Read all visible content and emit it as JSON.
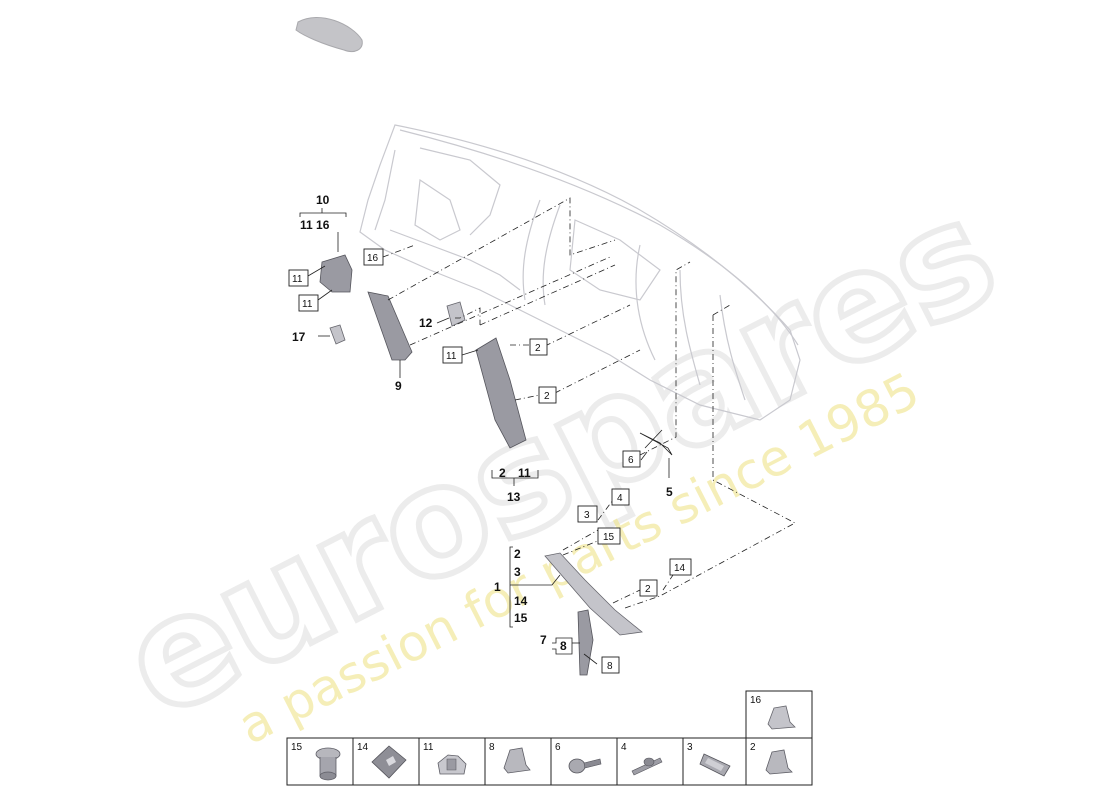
{
  "watermark": {
    "brand": "eurospares",
    "tagline": "a passion for parts since 1985"
  },
  "callouts": {
    "c10": "10",
    "c11_16": "11 16",
    "c16": "16",
    "c11a": "11",
    "c11b": "11",
    "c17": "17",
    "c9": "9",
    "c12": "12",
    "c11c": "11",
    "c2a": "2",
    "c2b": "2",
    "c6": "6",
    "c5": "5",
    "c13_2": "2",
    "c13_11": "11",
    "c13": "13",
    "c4": "4",
    "c3": "3",
    "c15": "15",
    "c1_2": "2",
    "c1_3": "3",
    "c1": "1",
    "c1_14": "14",
    "c1_15": "15",
    "c2c": "2",
    "c14": "14",
    "c7": "7",
    "c8a": "8",
    "c8b": "8"
  },
  "legend": {
    "top": {
      "label": "16",
      "icon": "clip-16-icon"
    },
    "cells": [
      {
        "label": "15",
        "icon": "grommet-icon"
      },
      {
        "label": "14",
        "icon": "foam-pad-icon"
      },
      {
        "label": "11",
        "icon": "bracket-clip-icon"
      },
      {
        "label": "8",
        "icon": "clip-8-icon"
      },
      {
        "label": "6",
        "icon": "screw-icon"
      },
      {
        "label": "4",
        "icon": "bolt-icon"
      },
      {
        "label": "3",
        "icon": "fastener-icon"
      },
      {
        "label": "2",
        "icon": "clip-2-icon"
      }
    ]
  }
}
